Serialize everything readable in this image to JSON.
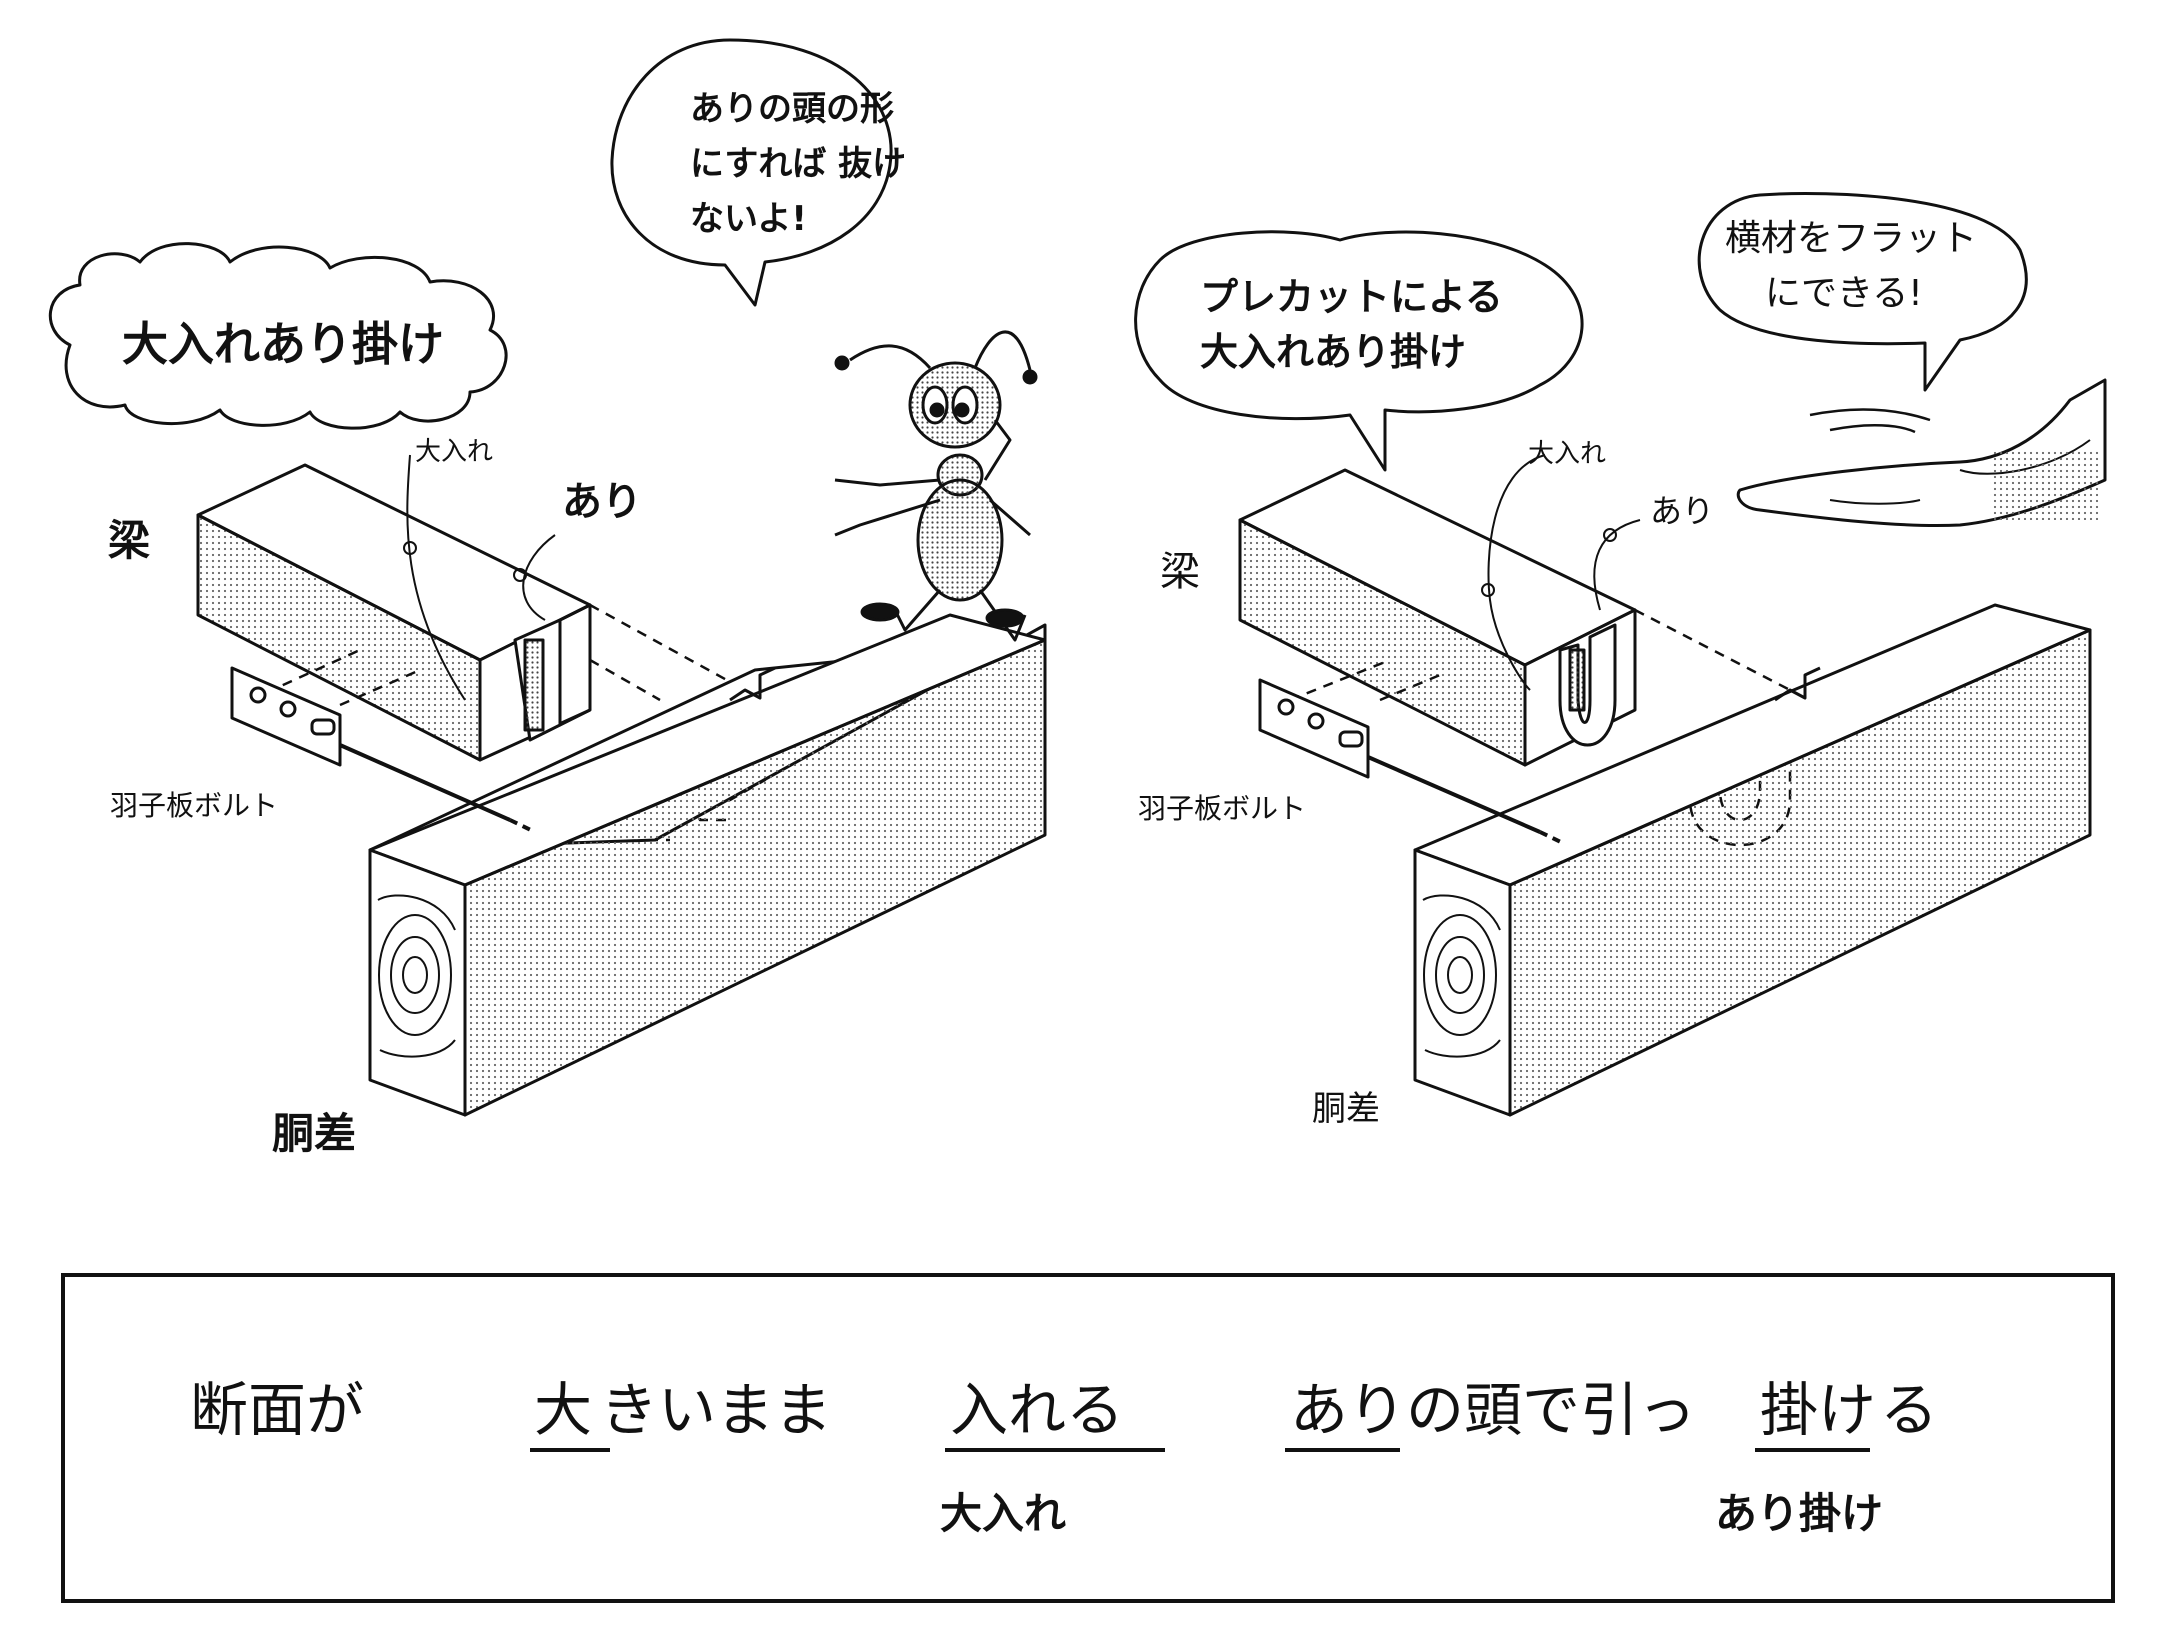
{
  "left": {
    "bubble_title": "大入れあり掛け",
    "ant_speech": [
      "ありの頭の形",
      "にすれば 抜け",
      "ないよ!"
    ],
    "label_beam": "梁",
    "label_oire": "大入れ",
    "label_ari": "あり",
    "label_bolt": "羽子板ボルト",
    "label_dosashi": "胴差"
  },
  "right": {
    "bubble_title": [
      "プレカットによる",
      "大入れあり掛け"
    ],
    "hand_speech": [
      "横材をフラット",
      "にできる!"
    ],
    "label_beam": "梁",
    "label_oire": "大入れ",
    "label_ari": "あり",
    "label_bolt": "羽子板ボルト",
    "label_dosashi": "胴差"
  },
  "caption": {
    "seg1": "断面が",
    "seg2": "大",
    "seg3": "きいまま",
    "seg4": "入れる",
    "seg5": "ありの頭で引っ",
    "seg6": "掛け",
    "seg7": "る",
    "sub_oire": "大入れ",
    "sub_arikake": "あり掛け"
  }
}
